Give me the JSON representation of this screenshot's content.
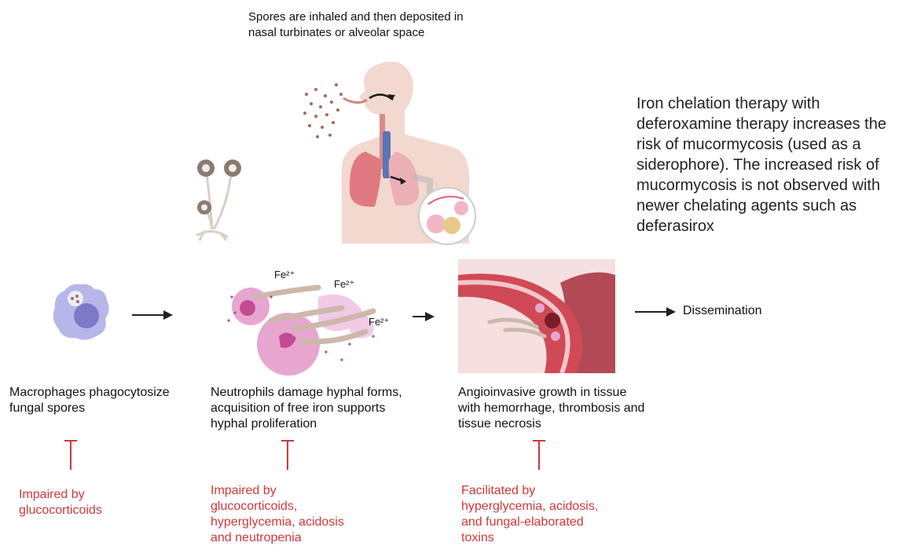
{
  "spores_caption": "Spores are inhaled and then deposited in\nnasal turbinates or alveolar space",
  "iron_note": "Iron chelation therapy with deferoxamine therapy increases the risk of mucormycosis (used as a siderophore). The increased risk of mucormycosis is not observed with newer chelating agents such as deferasirox",
  "ions": [
    "Fe²⁺",
    "Fe²⁺",
    "Fe²⁺"
  ],
  "dissemination": "Dissemination",
  "stages": [
    {
      "caption": "Macrophages phagocytosize\nfungal spores",
      "modifier": "Impaired by\nglucocorticoids"
    },
    {
      "caption": "Neutrophils damage hyphal forms,\nacquisition of free iron supports\nhyphal proliferation",
      "modifier": "Impaired by\nglucocorticoids,\nhyperglycemia, acidosis\nand neutropenia"
    },
    {
      "caption": "Angioinvasive growth in tissue\nwith hemorrhage, thrombosis and\ntissue necrosis",
      "modifier": "Facilitated by\nhyperglycemia, acidosis,\nand fungal-elaborated\ntoxins"
    }
  ],
  "colors": {
    "inhibit_red": "#d0383a",
    "arrow": "#222222"
  }
}
